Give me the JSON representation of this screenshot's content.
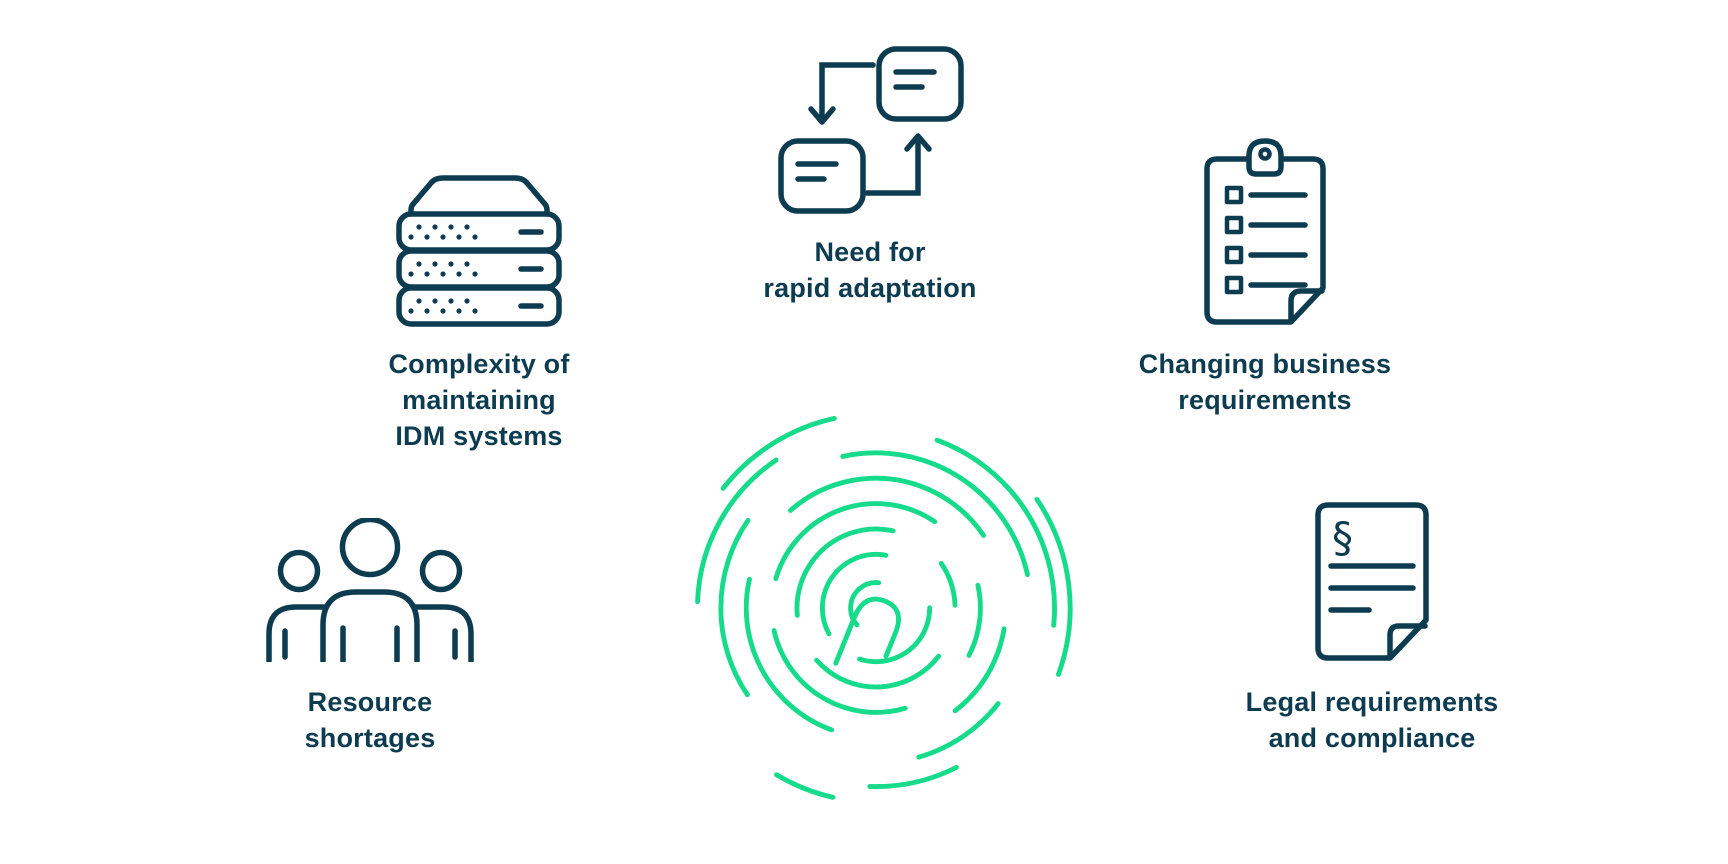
{
  "colors": {
    "navy": "#0d3c50",
    "green": "#15db8b"
  },
  "center_logo": {
    "icon": "fingerprint-swirl-logo"
  },
  "legal_icon": {
    "section_symbol": "§"
  },
  "challenges": [
    {
      "id": "complexity-idm",
      "icon": "server-stack-icon",
      "lines": [
        "Complexity of",
        "maintaining",
        "IDM systems"
      ]
    },
    {
      "id": "rapid-adaptation",
      "icon": "process-swap-arrows-icon",
      "lines": [
        "Need for",
        "rapid adaptation"
      ]
    },
    {
      "id": "changing-business",
      "icon": "checklist-clipboard-icon",
      "lines": [
        "Changing business",
        "requirements"
      ]
    },
    {
      "id": "resource-shortages",
      "icon": "people-group-icon",
      "lines": [
        "Resource",
        "shortages"
      ]
    },
    {
      "id": "legal-compliance",
      "icon": "legal-document-icon",
      "lines": [
        "Legal requirements",
        "and compliance"
      ]
    }
  ]
}
